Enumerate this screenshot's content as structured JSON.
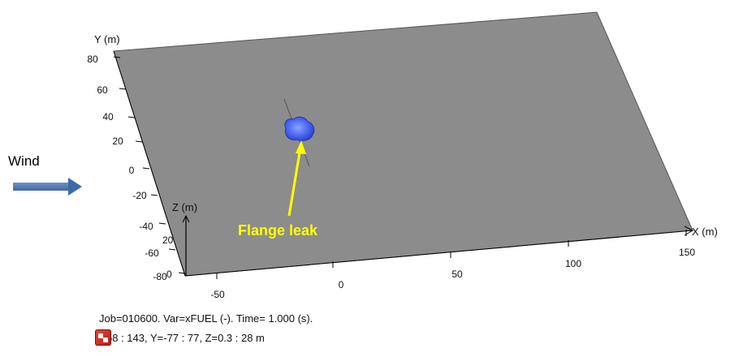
{
  "wind": {
    "label": "Wind"
  },
  "axes": {
    "y": {
      "label": "Y (m)",
      "ticks": [
        "80",
        "60",
        "40",
        "20",
        "0",
        "-20",
        "-40",
        "-60",
        "-80"
      ]
    },
    "x": {
      "label": "X (m)",
      "ticks": [
        "-50",
        "0",
        "50",
        "100",
        "150"
      ]
    },
    "z": {
      "label": "Z (m)",
      "ticks": [
        "20",
        "0"
      ]
    }
  },
  "annotation": {
    "label": "Flange leak",
    "color": "#ffff00"
  },
  "plane_color": "#8c8c8c",
  "cloud_color": "#3355ee",
  "info": {
    "line1": "Job=010600.  Var=xFUEL (-). Time=   1.000 (s).",
    "line2": "58 : 143, Y=-77 : 77, Z=0.3 : 28 m"
  },
  "icons": [
    "wind-arrow-icon",
    "app-icon"
  ]
}
